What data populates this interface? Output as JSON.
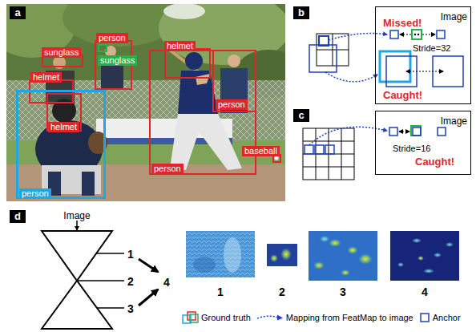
{
  "diagram": {
    "nodes": [
      {
        "text": [
          "a"
        ]
      },
      {
        "text": [
          "person"
        ]
      },
      {
        "text": [
          "helmet"
        ]
      },
      {
        "text": [
          "sunglass"
        ]
      },
      {
        "text": [
          "sunglass"
        ]
      },
      {
        "text": [
          "helmet"
        ]
      },
      {
        "text": [
          "person"
        ]
      },
      {
        "text": [
          "helmet"
        ]
      },
      {
        "text": [
          "baseball"
        ]
      },
      {
        "text": [
          "person"
        ]
      },
      {
        "text": [
          "person"
        ]
      },
      {
        "text": [
          "b"
        ]
      },
      {
        "text": [
          "Image",
          "Missed!",
          "Stride=32",
          "Caught!"
        ]
      },
      {
        "text": [
          "c"
        ]
      },
      {
        "text": [
          "Image",
          "Stride=16",
          "Caught!"
        ]
      },
      {
        "text": [
          "d"
        ]
      }
    ],
    "labels": [
      "Image",
      "1",
      "2",
      "3",
      "4",
      "1",
      "2",
      "3",
      "4"
    ],
    "legend": [
      {
        "text": "Ground truth"
      },
      {
        "text": "Mapping from FeatMap to image"
      },
      {
        "text": "Anchor"
      }
    ]
  }
}
